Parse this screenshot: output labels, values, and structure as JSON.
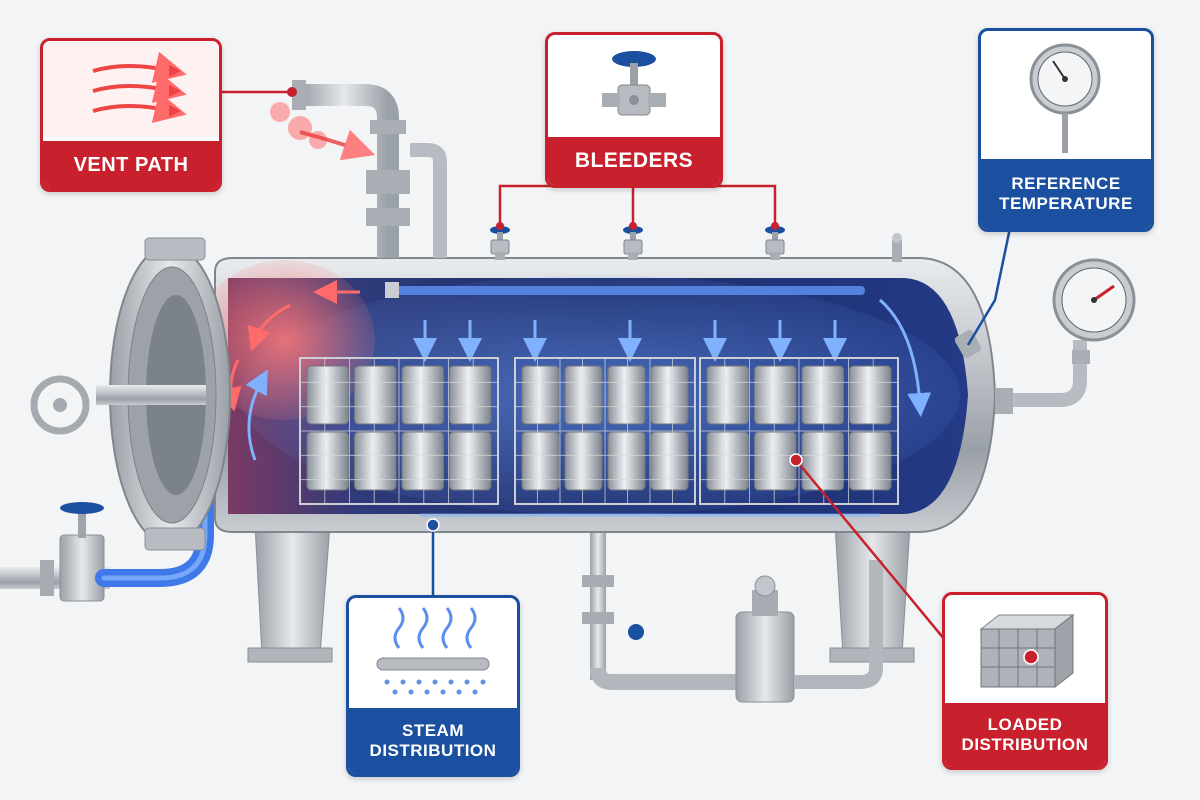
{
  "callouts": {
    "vent_path": {
      "label": "VENT PATH"
    },
    "bleeders": {
      "label": "BLEEDERS"
    },
    "reference_temperature": {
      "line1": "REFERENCE",
      "line2": "TEMPERATURE"
    },
    "steam_distribution": {
      "line1": "STEAM",
      "line2": "DISTRIBUTION"
    },
    "loaded_distribution": {
      "line1": "LOADED",
      "line2": "DISTRIBUTION"
    }
  },
  "colors": {
    "red": "#c8202c",
    "blue": "#1b4fa0",
    "steam_blue": "#3b82f6",
    "vent_red": "#ef4444",
    "steel": "#b8bcc2",
    "background": "#f3f4f6"
  },
  "icons": [
    "arrows-icon",
    "valve-icon",
    "thermometer-dial-icon",
    "steam-pipe-icon",
    "basket-icon",
    "pressure-gauge-icon"
  ]
}
